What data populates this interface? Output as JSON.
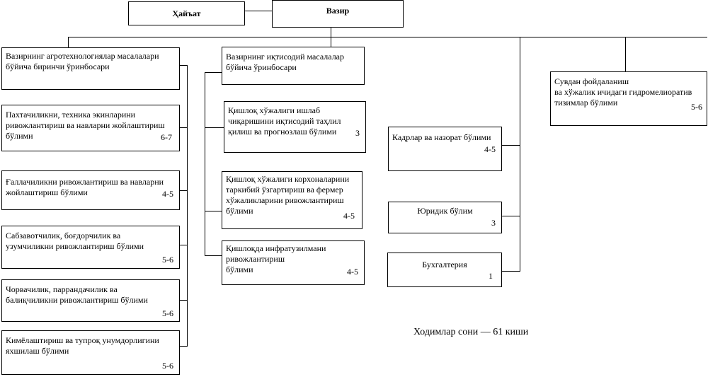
{
  "council": "Ҳайъат",
  "minister": "Вазир",
  "deputy_agro": {
    "title": "Вазирнинг агротехнологиялар масалалари\nбўйича биринчи ўринбосари",
    "departments": [
      {
        "name": "Пахтачиликни, техника экинларини\nривожлантириш ва навларни жойлаштириш\nбўлими",
        "staff": "6-7"
      },
      {
        "name": "Ғаллачиликни ривожлантириш ва навларни\nжойлаштириш бўлими",
        "staff": "4-5"
      },
      {
        "name": "Сабзавотчилик, боғдорчилик ва\nузумчиликни ривожлантириш бўлими",
        "staff": "5-6"
      },
      {
        "name": "Чорвачилик, паррандачилик ва\nбалиқчиликни ривожлантириш бўлими",
        "staff": "5-6"
      },
      {
        "name": "Кимёлаштириш ва тупроқ унумдорлигини\nяхшилаш бўлими",
        "staff": "5-6"
      }
    ]
  },
  "deputy_econ": {
    "title": "Вазирнинг иқтисодий масалалар\nбўйича ўринбосари",
    "departments": [
      {
        "name": "Қишлоқ хўжалиги  ишлаб\nчиқаришини иқтисодий таҳлил\nқилиш ва прогнозлаш бўлими",
        "staff": "3"
      },
      {
        "name": "Қишлоқ хўжалиги корхоналарини\nтаркибий ўзгартириш ва фермер\nхўжаликларини ривожлантириш\nбўлими",
        "staff": "4-5"
      },
      {
        "name": "Қишлоқда инфратузилмани\nривожлантириш\nбўлими",
        "staff": "4-5"
      }
    ]
  },
  "direct_units": [
    {
      "name": "Кадрлар ва назорат бўлими",
      "staff": "4-5"
    },
    {
      "name": "Юридик бўлим",
      "staff": "3"
    },
    {
      "name": "Бухгалтерия",
      "staff": "1"
    }
  ],
  "water_unit": {
    "name": "Сувдан фойдаланиш\nва хўжалик ичидаги гидромелиоратив\nтизимлар бўлими",
    "staff": "5-6"
  },
  "staff_total": "Ходимлар сони — 61  киши"
}
